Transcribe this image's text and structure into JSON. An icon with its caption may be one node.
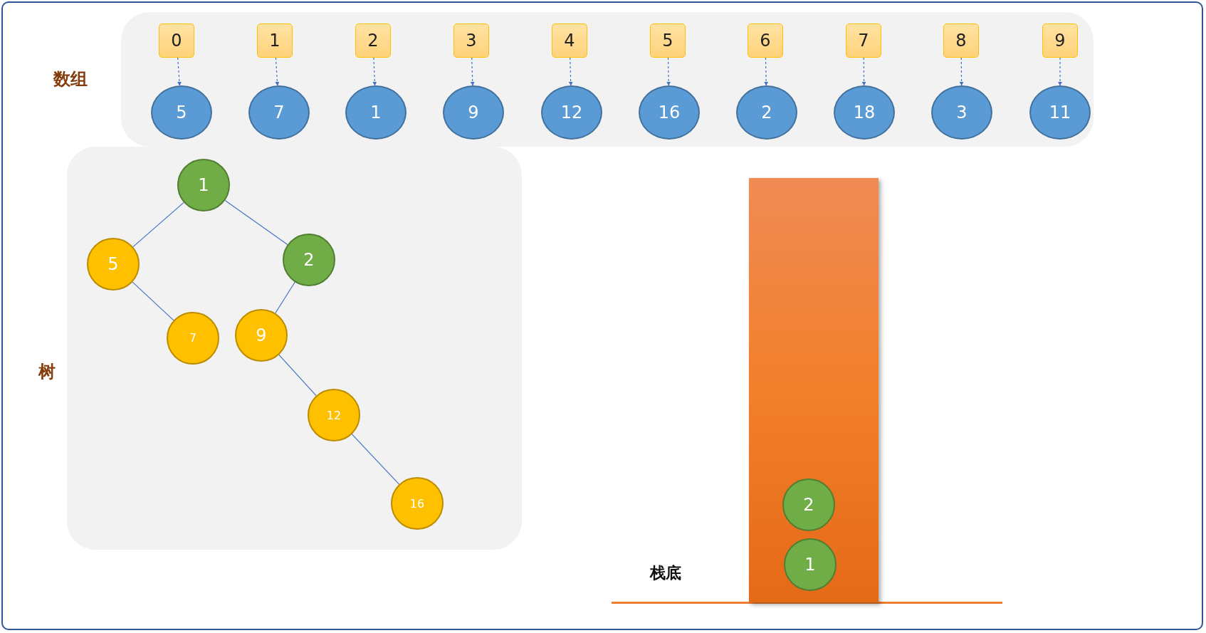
{
  "diagram": {
    "nodes": [
      {
        "text": [
          "数组"
        ]
      },
      {
        "text": [
          "0"
        ],
        "in": 0
      },
      {
        "text": [
          "1"
        ],
        "in": 0
      },
      {
        "text": [
          "2"
        ],
        "in": 0
      },
      {
        "text": [
          "3"
        ],
        "in": 0
      },
      {
        "text": [
          "4"
        ],
        "in": 0
      },
      {
        "text": [
          "5"
        ],
        "in": 0
      },
      {
        "text": [
          "6"
        ],
        "in": 0
      },
      {
        "text": [
          "7"
        ],
        "in": 0
      },
      {
        "text": [
          "8"
        ],
        "in": 0
      },
      {
        "text": [
          "9"
        ],
        "in": 0
      },
      {
        "text": [
          "5"
        ],
        "in": 0
      },
      {
        "text": [
          "7"
        ],
        "in": 0
      },
      {
        "text": [
          "1"
        ],
        "in": 0
      },
      {
        "text": [
          "9"
        ],
        "in": 0
      },
      {
        "text": [
          "12"
        ],
        "in": 0
      },
      {
        "text": [
          "16"
        ],
        "in": 0
      },
      {
        "text": [
          "2"
        ],
        "in": 0
      },
      {
        "text": [
          "18"
        ],
        "in": 0
      },
      {
        "text": [
          "3"
        ],
        "in": 0
      },
      {
        "text": [
          "11"
        ],
        "in": 0
      },
      {
        "text": [
          "树"
        ]
      },
      {
        "text": [
          "1"
        ],
        "in": 21
      },
      {
        "text": [
          "5"
        ],
        "in": 21
      },
      {
        "text": [
          "2"
        ],
        "in": 21
      },
      {
        "text": [
          "7"
        ],
        "in": 21
      },
      {
        "text": [
          "9"
        ],
        "in": 21
      },
      {
        "text": [
          "12"
        ],
        "in": 21
      },
      {
        "text": [
          "16"
        ],
        "in": 21
      },
      {
        "text": [],
        "shape": "bar"
      },
      {
        "text": [
          "2"
        ],
        "in": 29
      },
      {
        "text": [
          "1"
        ],
        "in": 29
      }
    ],
    "edges": [
      {
        "from": 1,
        "to": 11,
        "arrow": "to",
        "style": "dashed"
      },
      {
        "from": 2,
        "to": 12,
        "arrow": "to",
        "style": "dashed"
      },
      {
        "from": 3,
        "to": 13,
        "arrow": "to",
        "style": "dashed"
      },
      {
        "from": 4,
        "to": 14,
        "arrow": "to",
        "style": "dashed"
      },
      {
        "from": 5,
        "to": 15,
        "arrow": "to",
        "style": "dashed"
      },
      {
        "from": 6,
        "to": 16,
        "arrow": "to",
        "style": "dashed"
      },
      {
        "from": 7,
        "to": 17,
        "arrow": "to",
        "style": "dashed"
      },
      {
        "from": 8,
        "to": 18,
        "arrow": "to",
        "style": "dashed"
      },
      {
        "from": 9,
        "to": 19,
        "arrow": "to",
        "style": "dashed"
      },
      {
        "from": 10,
        "to": 20,
        "arrow": "to",
        "style": "dashed"
      },
      {
        "from": 22,
        "to": 23,
        "arrow": "none"
      },
      {
        "from": 22,
        "to": 24,
        "arrow": "none"
      },
      {
        "from": 23,
        "to": 25,
        "arrow": "none"
      },
      {
        "from": 24,
        "to": 26,
        "arrow": "none"
      },
      {
        "from": 26,
        "to": 27,
        "arrow": "none"
      },
      {
        "from": 27,
        "to": 28,
        "arrow": "none"
      }
    ],
    "labels": [
      "栈底"
    ]
  }
}
